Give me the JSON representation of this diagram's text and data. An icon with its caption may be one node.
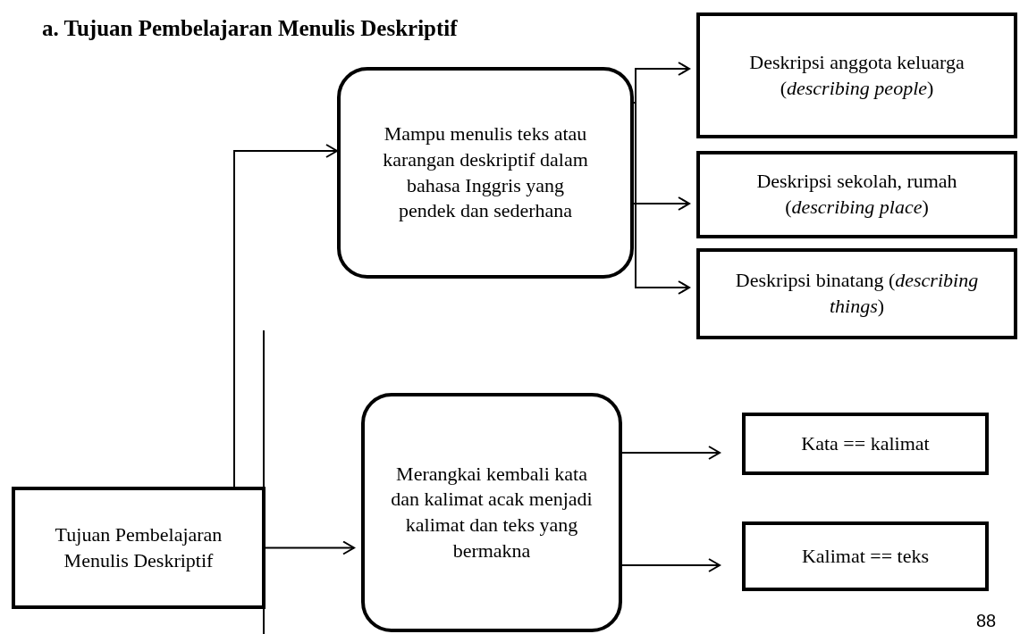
{
  "diagram": {
    "title": "a. Tujuan Pembelajaran Menulis Deskriptif",
    "nodes": [
      {
        "text": [
          "Tujuan Pembelajaran Menulis Deskriptif"
        ]
      },
      {
        "text": [
          "Mampu menulis teks atau karangan deskriptif dalam bahasa Inggris yang pendek dan sederhana"
        ]
      },
      {
        "text": [
          "Deskripsi anggota keluarga (*describing people*)"
        ]
      },
      {
        "text": [
          "Deskripsi sekolah, rumah (*describing place*)"
        ]
      },
      {
        "text": [
          "Deskripsi binatang (*describing things*)"
        ]
      },
      {
        "text": [
          "Merangkai kembali kata dan kalimat acak menjadi kalimat dan teks yang bermakna"
        ]
      },
      {
        "text": [
          "Kata == kalimat"
        ]
      },
      {
        "text": [
          "Kalimat == teks"
        ]
      }
    ],
    "edges": [
      {
        "from": 0,
        "to": 1,
        "arrow": "to"
      },
      {
        "from": 0,
        "to": 5,
        "arrow": "to"
      },
      {
        "from": 1,
        "to": 2,
        "arrow": "to"
      },
      {
        "from": 1,
        "to": 3,
        "arrow": "to"
      },
      {
        "from": 1,
        "to": 4,
        "arrow": "to"
      },
      {
        "from": 5,
        "to": 6,
        "arrow": "to"
      },
      {
        "from": 5,
        "to": 7,
        "arrow": "to"
      }
    ],
    "labels": [
      "88"
    ]
  }
}
